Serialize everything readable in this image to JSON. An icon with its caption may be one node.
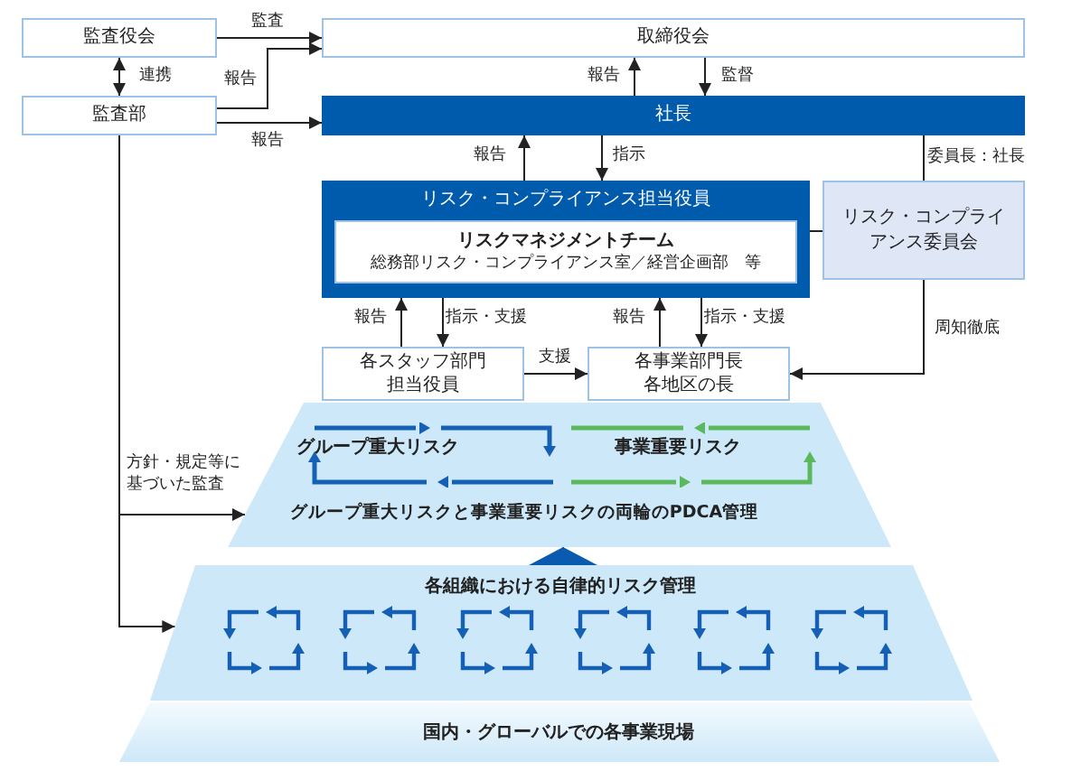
{
  "diagram": {
    "nodes": [
      {
        "text": [
          "監査役会"
        ]
      },
      {
        "text": [
          "取締役会"
        ]
      },
      {
        "text": [
          "監査部"
        ]
      },
      {
        "text": [
          "社長"
        ]
      },
      {
        "text": [
          "リスク・コンプライアンス担当役員"
        ]
      },
      {
        "text": [
          "リスクマネジメントチーム",
          "総務部リスク・コンプライアンス室／経営企画部　等"
        ],
        "in": 4
      },
      {
        "text": [
          "リスク・コンプライアンス委員会"
        ]
      },
      {
        "text": [
          "各スタッフ部門担当役員"
        ]
      },
      {
        "text": [
          "各事業部門長各地区の長"
        ]
      },
      {
        "text": [
          "グループ重大リスク",
          "事業重要リスク",
          "グループ重大リスクと事業重要リスクの両輪のPDCA管理"
        ]
      },
      {
        "text": [
          "各組織における自律的リスク管理"
        ]
      },
      {
        "text": [
          "国内・グローバルでの各事業現場"
        ]
      }
    ],
    "edges": [
      {
        "from": 0,
        "to": 1,
        "arrow": "to",
        "label": "監査"
      },
      {
        "from": 0,
        "to": 2,
        "arrow": "both",
        "label": "連携"
      },
      {
        "from": 2,
        "to": 1,
        "arrow": "to",
        "label": "報告"
      },
      {
        "from": 2,
        "to": 3,
        "arrow": "to",
        "label": "報告"
      },
      {
        "from": 3,
        "to": 1,
        "arrow": "to",
        "label": "報告"
      },
      {
        "from": 1,
        "to": 3,
        "arrow": "to",
        "label": "監督"
      },
      {
        "from": 4,
        "to": 3,
        "arrow": "to",
        "label": "報告"
      },
      {
        "from": 3,
        "to": 4,
        "arrow": "to",
        "label": "指示"
      },
      {
        "from": 3,
        "to": 6,
        "arrow": "none",
        "label": "委員長：社長"
      },
      {
        "from": 4,
        "to": 6,
        "arrow": "none"
      },
      {
        "from": 7,
        "to": 4,
        "arrow": "to",
        "label": "報告"
      },
      {
        "from": 4,
        "to": 7,
        "arrow": "to",
        "label": "指示・支援"
      },
      {
        "from": 8,
        "to": 4,
        "arrow": "to",
        "label": "報告"
      },
      {
        "from": 4,
        "to": 8,
        "arrow": "to",
        "label": "指示・支援"
      },
      {
        "from": 7,
        "to": 8,
        "arrow": "to",
        "label": "支援"
      },
      {
        "from": 6,
        "to": 8,
        "arrow": "to",
        "label": "周知徹底"
      },
      {
        "from": 2,
        "to": 9,
        "arrow": "to",
        "label": "方針・規定等に基づいた監査"
      },
      {
        "from": 2,
        "to": 10,
        "arrow": "to"
      },
      {
        "from": 10,
        "to": 9,
        "arrow": "to",
        "color": "#0a5bb0"
      }
    ]
  }
}
